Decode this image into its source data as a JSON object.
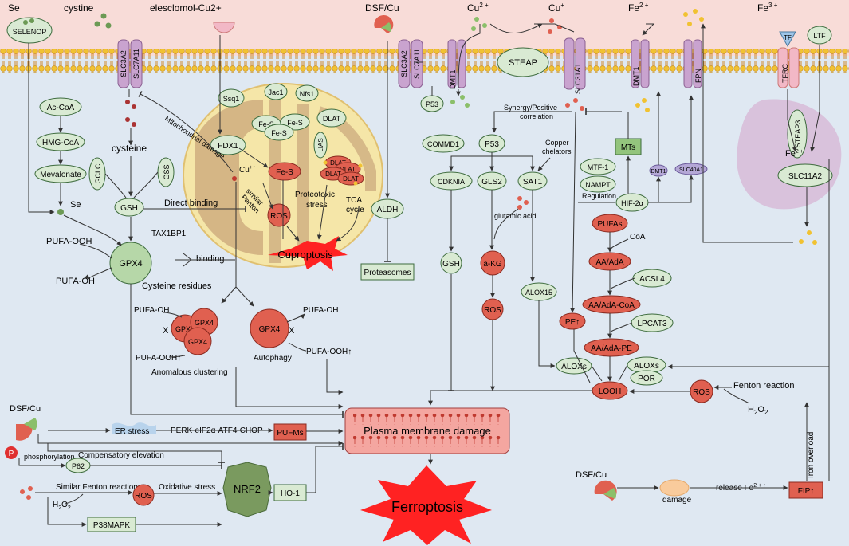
{
  "colors": {
    "bg_top": "#f8dcd8",
    "bg_cell": "#dfe8f2",
    "membrane_head": "#f1c232",
    "membrane_tail": "#e9a23b",
    "node_green": "#d9ead3",
    "node_green_stroke": "#3d6b3d",
    "node_red": "#e06050",
    "node_red_stroke": "#8a2a20",
    "mito_fill": "#f5e6a8",
    "mito_inner": "#c9a57a",
    "star": "#f22",
    "nrf2": "#7a9a5f",
    "channel": "#c9a3cf",
    "text": "#222222"
  },
  "top_labels": {
    "se": "Se",
    "cystine": "cystine",
    "elesclomol": "elesclomol-Cu2+",
    "dsf_cu": "DSF/Cu",
    "cu2": "Cu",
    "cu2_sup": "2 +",
    "cu1": "Cu",
    "cu1_sup": "+",
    "fe2": "Fe",
    "fe2_sup": "2 +",
    "fe3": "Fe",
    "fe3_sup": "3 +"
  },
  "proteins": {
    "selenop": "SELENOP",
    "slc3a2": "SLC3A2",
    "slc7a11": "SLC7A11",
    "slc3a2_b": "SLC3A2",
    "slc7a11_b": "SLC7A11",
    "p53_top": "P53",
    "dmt1": "DMT1",
    "steap": "STEAP",
    "slc31a1": "SLC31A1",
    "dmt1_b": "DMT1",
    "fpn": "FPN",
    "tfrc": "TFRC",
    "tf": "TF",
    "ltf": "LTF",
    "steap3": "STEAP3",
    "fe2_in": "Fe",
    "fe2_in_sup": "2 +",
    "slc11a2": "SLC11A2"
  },
  "left": {
    "acoa": "Ac-CoA",
    "hmg": "HMG-CoA",
    "meva": "Mevalonate",
    "se": "Se",
    "cysteine": "cysteine",
    "gclc": "GCLC",
    "gss": "GSS",
    "gsh": "GSH",
    "direct_binding": "Direct binding",
    "pufa_ooh": "PUFA-OOH",
    "pufa_oh": "PUFA-OH",
    "gpx4": "GPX4",
    "tax1bp1": "TAX1BP1",
    "binding": "binding",
    "cys_res": "Cysteine residues",
    "gpx4_a": "GPX4",
    "gpx4_b": "GPX4",
    "gpx4_c": "GPX4",
    "pufa_oh2": "PUFA-OH",
    "x1": "X",
    "pufa_ooh2": "PUFA-OOH↑",
    "anomalous": "Anomalous clustering",
    "gpx4_d": "GPX4",
    "pufa_oh3": "PUFA-OH",
    "x2": "X",
    "pufa_ooh3": "PUFA-OOH↑",
    "autophagy": "Autophagy"
  },
  "mito": {
    "ssq1": "Ssq1",
    "jac1": "Jac1",
    "nfs1": "Nfs1",
    "fes1": "Fe-S",
    "fes2": "Fe-S",
    "fes3": "Fe-S",
    "dlat": "DLAT",
    "fdx1": "FDX1",
    "lias": "LIAS",
    "cu": "Cu",
    "cu_sup": "+↑",
    "fes_red": "Fe-S",
    "dla1": "DLAT",
    "dla2": "DLAT",
    "dla3": "DLAT",
    "dla4": "DLAT",
    "ros": "ROS",
    "proteotoxic": "Proteotoxic",
    "stress": "stress",
    "tca": "TCA",
    "cycle": "cycle",
    "mito_damage": "Mitochondrial damage",
    "similar": "similar",
    "fenton": "Fenton",
    "cuproptosis": "Cuproptosis"
  },
  "mid": {
    "aldh": "ALDH",
    "proteasomes": "Proteasomes",
    "synergy": "Synergy/Positive",
    "correlation": "correlation",
    "commd1": "COMMD1",
    "p53": "P53",
    "copper": "Copper",
    "chelators": "chelators",
    "cdknia": "CDKNIA",
    "gls2": "GLS2",
    "sat1": "SAT1",
    "glutamic": "glutamic acid",
    "akg": "a-KG",
    "gsh2": "GSH",
    "ros2": "ROS",
    "alox15": "ALOX15",
    "pe": "PE↑"
  },
  "right": {
    "mts": "MTs",
    "mtf1": "MTF-1",
    "nampt": "NAMPT",
    "regulation": "Regulation",
    "hif": "HIF-2α",
    "dmt1_small": "DMT1",
    "slc40a1": "SLC40A1",
    "pufas": "PUFAs",
    "coa": "CoA",
    "aa": "AA/AdA",
    "acsl4": "ACSL4",
    "aacoa": "AA/AdA-CoA",
    "lpcat3": "LPCAT3",
    "aape": "AA/AdA-PE",
    "aloxs": "ALOXs",
    "aloxs2": "ALOXs",
    "por": "POR",
    "looh": "LOOH",
    "ros3": "ROS",
    "fenton_reaction": "Fenton reaction",
    "h2o2": "H",
    "h2o2_sub": "2",
    "h2o2_o": "O",
    "h2o2_sub2": "2",
    "iron_overload": "Iron overload",
    "dsf_cu": "DSF/Cu",
    "damage": "damage",
    "release": "release Fe",
    "release_sup": "2 + ↑",
    "fip": "FIP↑"
  },
  "bottom": {
    "dsf_cu": "DSF/Cu",
    "p": "P",
    "phospho": "phosphorylation",
    "er": "ER stress",
    "perk": "PERK-eIF2α-ATF4-CHOP",
    "pufms": "PUFMs",
    "pmd": "Plasma membrane damage",
    "comp": "Compensatory elevation",
    "p62": "P62",
    "sim_fenton": "Similar Fenton reaction",
    "ros": "ROS",
    "oxid": "Oxidative stress",
    "nrf2": "NRF2",
    "ho1": "HO-1",
    "h2o2": "H",
    "h2o2_sub": "2",
    "h2o2_o": "O",
    "h2o2_sub2": "2",
    "p38": "P38MAPK",
    "ferroptosis": "Ferroptosis"
  }
}
